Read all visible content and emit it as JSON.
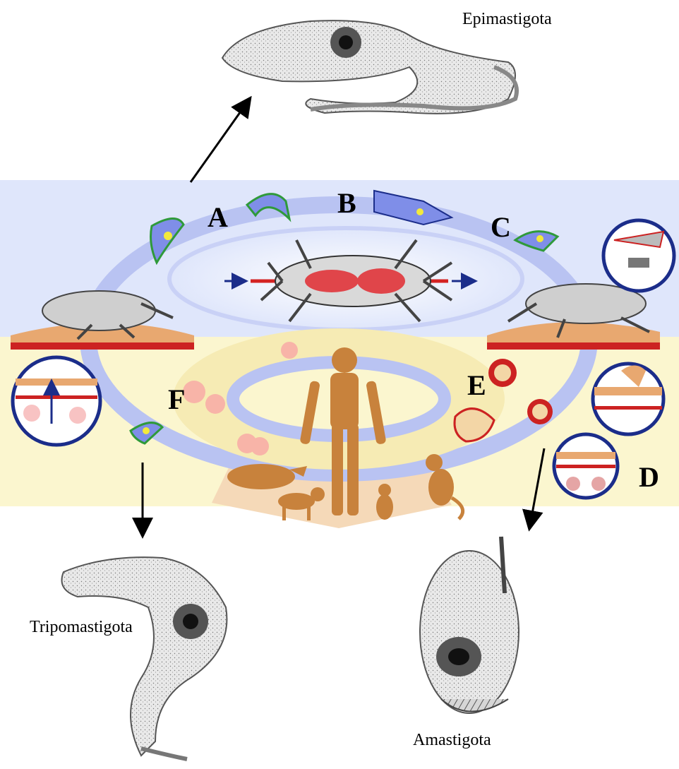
{
  "stages": {
    "epimastigota": "Epimastigota",
    "tripomastigota": "Tripomastigota",
    "amastigota": "Amastigota"
  },
  "cycle_labels": {
    "a": "A",
    "b": "B",
    "c": "C",
    "d": "D",
    "e": "E",
    "f": "F"
  },
  "colors": {
    "sky_band": "#dfe6fb",
    "ground_band": "#fbf6cf",
    "cycle_arrows": "#b9c3f2",
    "parasite_body": "#7f8ee8",
    "parasite_nucleus": "#f2e93c",
    "parasite_membrane": "#2f9a3a",
    "human_figure": "#c8823c",
    "skin_layer": "#e8b987",
    "blood_red": "#cc2222"
  }
}
